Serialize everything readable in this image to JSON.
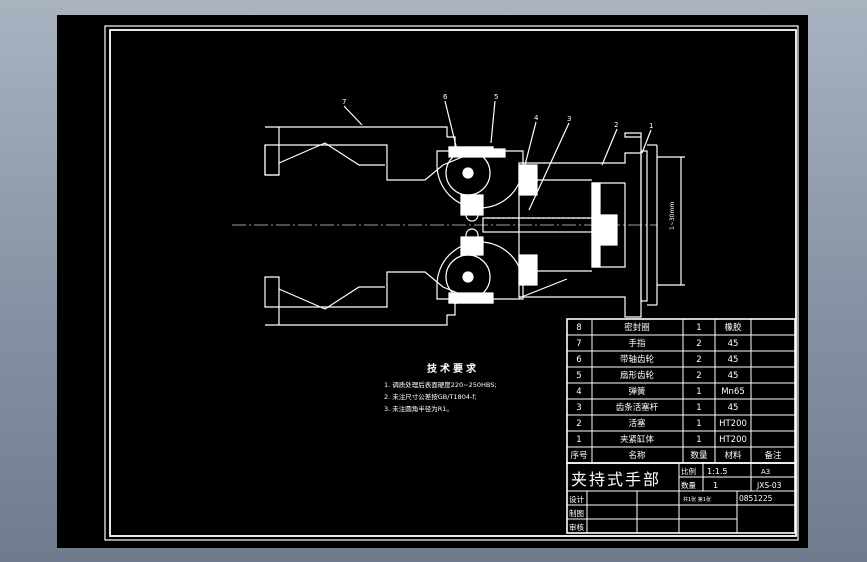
{
  "drawing": {
    "colors": {
      "background": "#000000",
      "line": "#ffffff",
      "centerline": "#cfcfcf",
      "app_frame": "#8592a3"
    },
    "part_callouts": [
      "7",
      "6",
      "5",
      "4",
      "3",
      "2",
      "1"
    ],
    "dimension_text": "1~30mm",
    "technical_requirements": {
      "heading": "技术要求",
      "items": [
        "1. 调质处理后表面硬度220~250HBS;",
        "2. 未注尺寸公差按GB/T1804-f;",
        "3. 未注圆角半径为R1。"
      ]
    },
    "parts_list": {
      "rows": [
        {
          "no": "8",
          "name": "密封圈",
          "qty": "1",
          "material": "橡胶",
          "note": ""
        },
        {
          "no": "7",
          "name": "手指",
          "qty": "2",
          "material": "45",
          "note": ""
        },
        {
          "no": "6",
          "name": "带轴齿轮",
          "qty": "2",
          "material": "45",
          "note": ""
        },
        {
          "no": "5",
          "name": "扇形齿轮",
          "qty": "2",
          "material": "45",
          "note": ""
        },
        {
          "no": "4",
          "name": "弹簧",
          "qty": "1",
          "material": "Mn65",
          "note": ""
        },
        {
          "no": "3",
          "name": "齿条活塞杆",
          "qty": "1",
          "material": "45",
          "note": ""
        },
        {
          "no": "2",
          "name": "活塞",
          "qty": "1",
          "material": "HT200",
          "note": ""
        },
        {
          "no": "1",
          "name": "夹紧缸体",
          "qty": "1",
          "material": "HT200",
          "note": ""
        }
      ],
      "header": {
        "no": "序号",
        "name": "名称",
        "qty": "数量",
        "material": "材料",
        "note": "备注"
      }
    },
    "title_block": {
      "title": "夹持式手部",
      "scale_label": "比例",
      "scale_value": "1:1.5",
      "qty_label": "数量",
      "qty_value": "1",
      "sheet_size": "A3",
      "drawing_no": "JXS-03",
      "date_code": "0851225",
      "sig_row_text": "共1张 第1张",
      "roles": [
        "设计",
        "制图",
        "审核"
      ]
    }
  }
}
